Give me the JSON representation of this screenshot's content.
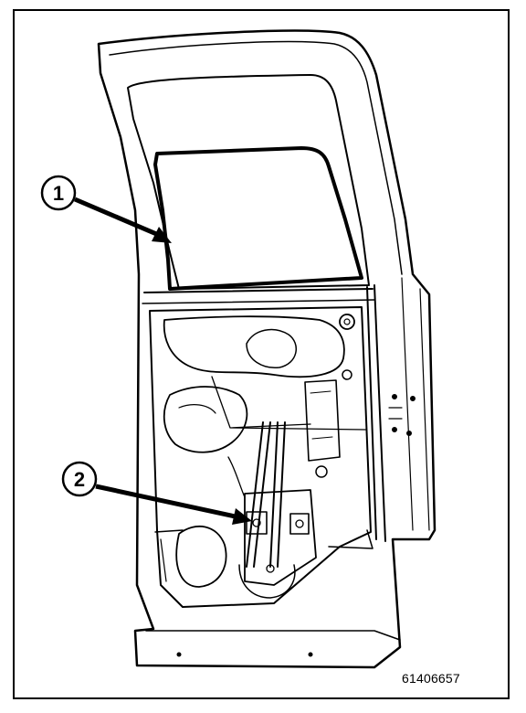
{
  "callouts": [
    {
      "label": "1"
    },
    {
      "label": "2"
    }
  ],
  "figure_id": "61406657"
}
